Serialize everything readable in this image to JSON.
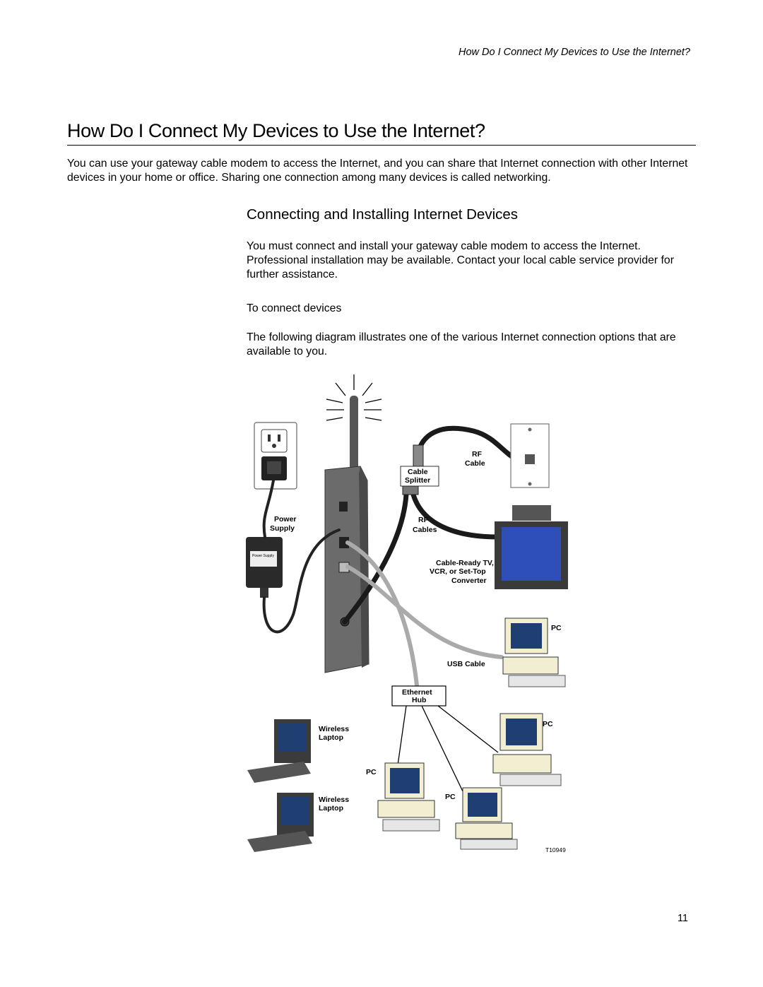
{
  "header": {
    "running_title": "How Do I Connect My Devices to Use the Internet?"
  },
  "section": {
    "title": "How Do I Connect My Devices to Use the Internet?",
    "intro": "You can use your gateway cable modem to access the Internet, and you can share that Internet connection with other Internet devices in your home or office. Sharing one connection among many devices is called networking."
  },
  "subsection": {
    "title": "Connecting and Installing Internet Devices",
    "para1": "You must connect and install your gateway cable modem to access the Internet. Professional installation may be available. Contact your local cable service provider for further assistance.",
    "procedure": "To connect devices",
    "para2": "The following diagram illustrates one of the various Internet connection options that are available to you."
  },
  "diagram": {
    "labels": {
      "rf_cable_1": "RF",
      "rf_cable_2": "Cable",
      "splitter_1": "Cable",
      "splitter_2": "Splitter",
      "power_1": "Power",
      "power_2": "Supply",
      "power_box": "Power Supply",
      "rf_cables_1": "RF",
      "rf_cables_2": "Cables",
      "tv_1": "Cable-Ready TV,",
      "tv_2": "VCR, or Set-Top",
      "tv_3": "Converter",
      "pc_usb": "PC",
      "usb_cable": "USB Cable",
      "hub_1": "Ethernet",
      "hub_2": "Hub",
      "pc_right": "PC",
      "wireless_1a": "Wireless",
      "wireless_1b": "Laptop",
      "pc_hub_left": "PC",
      "wireless_2a": "Wireless",
      "wireless_2b": "Laptop",
      "pc_hub_mid": "PC",
      "figure_id": "T10949"
    }
  },
  "footer": {
    "page_number": "11"
  }
}
